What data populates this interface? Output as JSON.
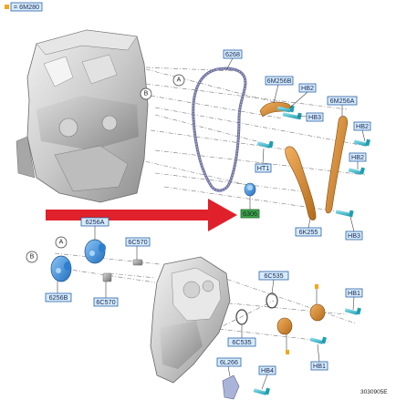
{
  "legend": {
    "marker_label": "= 6M280",
    "marker_color": "#f2a81d"
  },
  "callouts": {
    "l6268": "6268",
    "l6M256B": "6M256B",
    "lHB2a": "HB2",
    "lHB3a": "HB3",
    "l6M256A": "6M256A",
    "lHB2b": "HB2",
    "lHT1": "HT1",
    "lHB2c": "HB2",
    "l6306": "6306",
    "l6K255": "6K255",
    "lHB3b": "HB3",
    "l6256A": "6256A",
    "l6C570a": "6C570",
    "l6256B": "6256B",
    "l6C570b": "6C570",
    "l6C535a": "6C535",
    "lHB1a": "HB1",
    "l6C535b": "6C535",
    "lHB1b": "HB1",
    "l6L266": "6L266",
    "lHB4": "HB4"
  },
  "view_letters": {
    "a_top": "A",
    "b_top": "B",
    "a_bottom": "A",
    "b_bottom": "B"
  },
  "drawing_number": "3030905E",
  "colors": {
    "callout_fill": "#d7ecfa",
    "callout_border": "#2a62a8",
    "highlight_fill": "#3fa34d",
    "arrow": "#e0202a",
    "part_blue": "#3c8fd8",
    "part_orange": "#d98a2b",
    "bolt_cyan": "#38b8c9"
  }
}
